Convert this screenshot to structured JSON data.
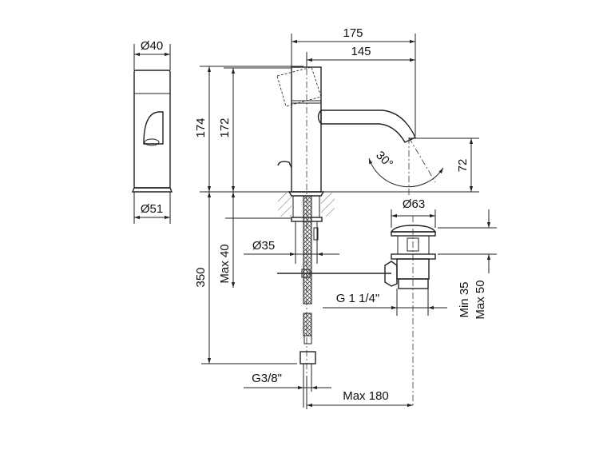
{
  "title": "Basin mixer technical drawing",
  "dimensions": {
    "side_top_diameter": "Ø40",
    "side_base_diameter": "Ø51",
    "reach_total": "175",
    "reach_spout": "145",
    "height_total": "174",
    "height_body": "172",
    "spout_angle": "30°",
    "spout_height": "72",
    "hose_length": "350",
    "max_deck": "Max 40",
    "hole_diameter": "Ø35",
    "drain_diameter": "Ø63",
    "drain_thread": "G 1 1/4\"",
    "drain_min": "Min 35",
    "drain_max": "Max 50",
    "hose_thread": "G3/8\"",
    "max_distance": "Max 180"
  }
}
